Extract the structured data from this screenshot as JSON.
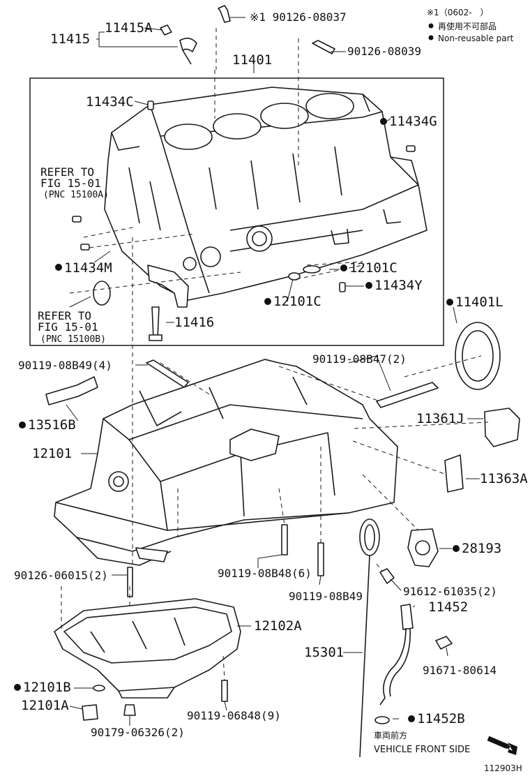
{
  "diagram_code": "112903H",
  "legend": {
    "line1": "※1（0602-　）",
    "line2": "再使用不可部品",
    "line3": "Non-reusable part"
  },
  "direction": {
    "jp": "車両前方",
    "en": "VEHICLE FRONT SIDE"
  },
  "refer_a": {
    "l1": "REFER TO",
    "l2": "FIG 15-01",
    "l3": "(PNC 15100A)"
  },
  "refer_b": {
    "l1": "REFER TO",
    "l2": "FIG 15-01",
    "l3": "(PNC 15100B)"
  },
  "parts": {
    "p11415": "11415",
    "p11415A": "11415A",
    "p90126_08037": "※1 90126-08037",
    "p90126_08039": "90126-08039",
    "p11401": "11401",
    "p11434C": "11434C",
    "p11434G": "11434G",
    "p11434M": "11434M",
    "p12101C_a": "12101C",
    "p12101C_b": "12101C",
    "p11434Y": "11434Y",
    "p11416": "11416",
    "p11401L": "11401L",
    "p90119_08B49_4": "90119-08B49(4)",
    "p90119_08B47_2": "90119-08B47(2)",
    "p13516B": "13516B",
    "p11361J": "11361J",
    "p12101": "12101",
    "p11363A": "11363A",
    "p28193": "28193",
    "p90126_06015_2": "90126-06015(2)",
    "p90119_08B48_6": "90119-08B48(6)",
    "p90119_08B49": "90119-08B49",
    "p91612_61035_2": "91612-61035(2)",
    "p11452": "11452",
    "p12102A": "12102A",
    "p15301": "15301",
    "p91671_80614": "91671-80614",
    "p12101B": "12101B",
    "p12101A": "12101A",
    "p90119_06848_9": "90119-06848(9)",
    "p11452B": "11452B",
    "p90179_06326_2": "90179-06326(2)"
  }
}
